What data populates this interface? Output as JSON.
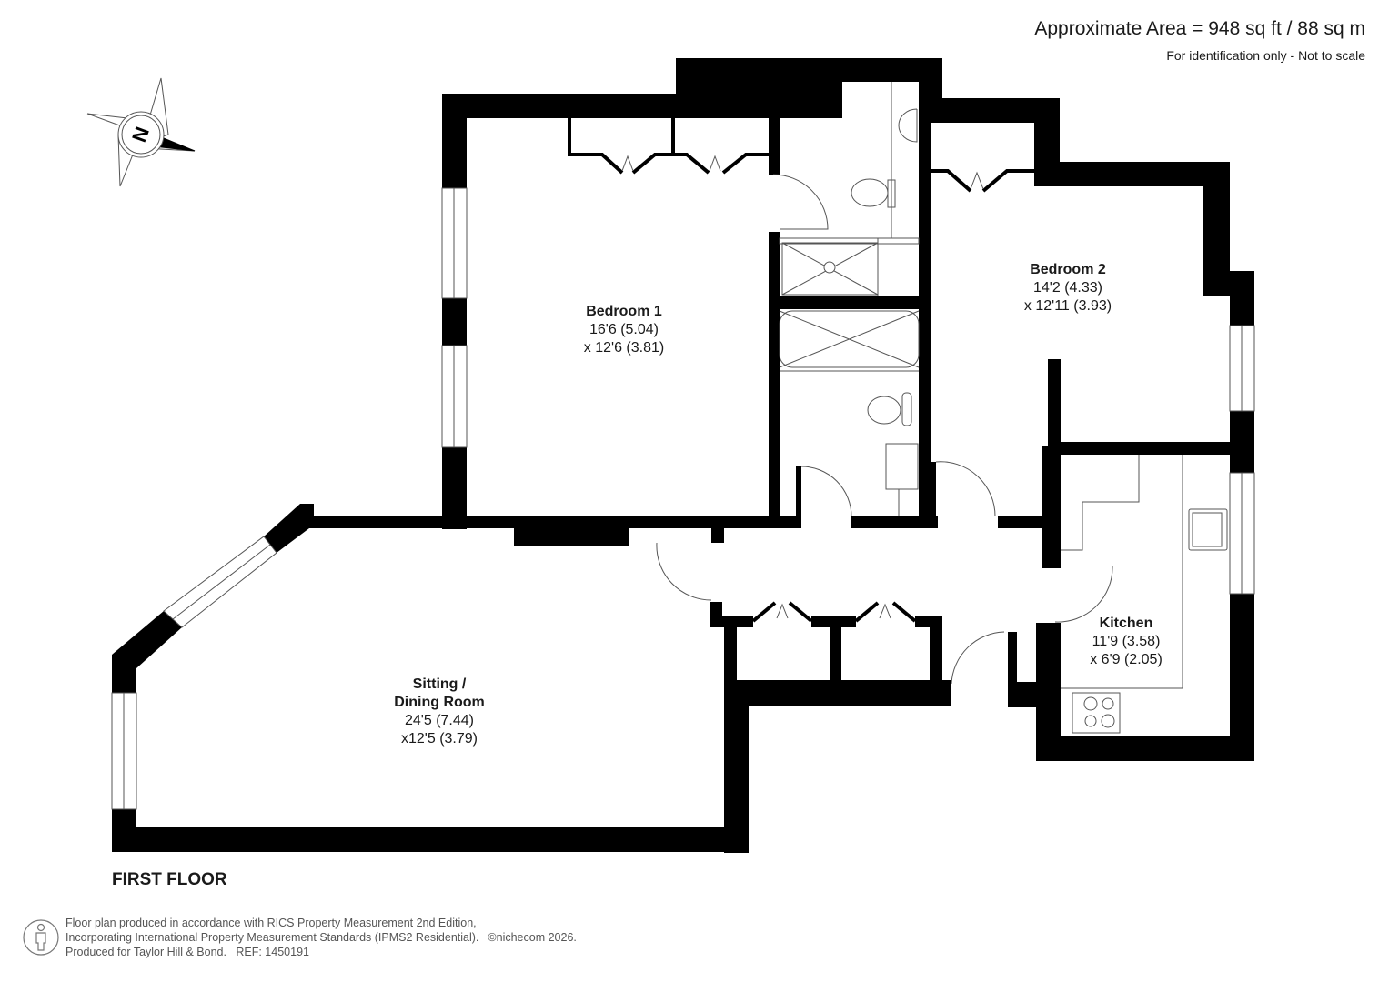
{
  "header": {
    "area_title": "Approximate Area = 948 sq ft / 88 sq m",
    "area_subtitle": "For identification only - Not to scale"
  },
  "compass": {
    "icon": "north-arrow-icon",
    "letter": "N"
  },
  "rooms": [
    {
      "id": "bedroom-1",
      "name": "Bedroom 1",
      "dim1": "16'6 (5.04)",
      "dim2": "x 12'6 (3.81)"
    },
    {
      "id": "bedroom-2",
      "name": "Bedroom 2",
      "dim1": "14'2 (4.33)",
      "dim2": "x 12'11 (3.93)"
    },
    {
      "id": "kitchen",
      "name": "Kitchen",
      "dim1": "11'9 (3.58)",
      "dim2": "x 6'9 (2.05)"
    },
    {
      "id": "sitting-dining",
      "name": "Sitting /",
      "name2": "Dining Room",
      "dim1": "24'5 (7.44)",
      "dim2": "x12'5 (3.79)"
    }
  ],
  "floor_label": "FIRST FLOOR",
  "footer": {
    "line1": "Floor plan produced in accordance with RICS Property Measurement 2nd Edition,",
    "line2": "Incorporating International Property Measurement Standards (IPMS2 Residential).",
    "copyright": "©nichecom 2026.",
    "line3": "Produced for Taylor Hill & Bond.   REF: 1450191"
  },
  "colors": {
    "wall": "#000000",
    "line": "#555555",
    "background": "#ffffff"
  }
}
